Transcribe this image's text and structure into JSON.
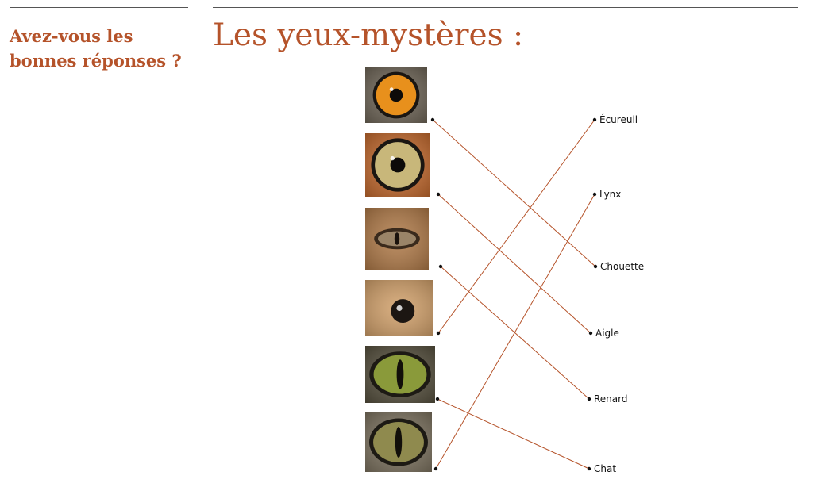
{
  "sidebar": {
    "title": "Avez-vous les bonnes réponses ?"
  },
  "main": {
    "title": "Les yeux-mystères :",
    "eyes": [
      {
        "icon": "owl-eye-photo-icon",
        "iris": "#e8901c",
        "surround": "#6f6658"
      },
      {
        "icon": "eagle-eye-photo-icon",
        "iris": "#c8b77a",
        "surround": "#c46a2e"
      },
      {
        "icon": "fox-eye-photo-icon",
        "iris": "#9a8468",
        "surround": "#b07a48"
      },
      {
        "icon": "squirrel-eye-photo-icon",
        "iris": "#1c1612",
        "surround": "#d1a06a"
      },
      {
        "icon": "lynx-eye-photo-icon",
        "iris": "#8a9a3a",
        "surround": "#56503e"
      },
      {
        "icon": "cat-eye-photo-icon",
        "iris": "#8f8a4e",
        "surround": "#7d7360"
      }
    ],
    "animals": [
      "Écureuil",
      "Lynx",
      "Chouette",
      "Aigle",
      "Renard",
      "Chat"
    ],
    "matches": [
      2,
      3,
      4,
      0,
      5,
      1
    ],
    "line_color": "#b5532a"
  }
}
